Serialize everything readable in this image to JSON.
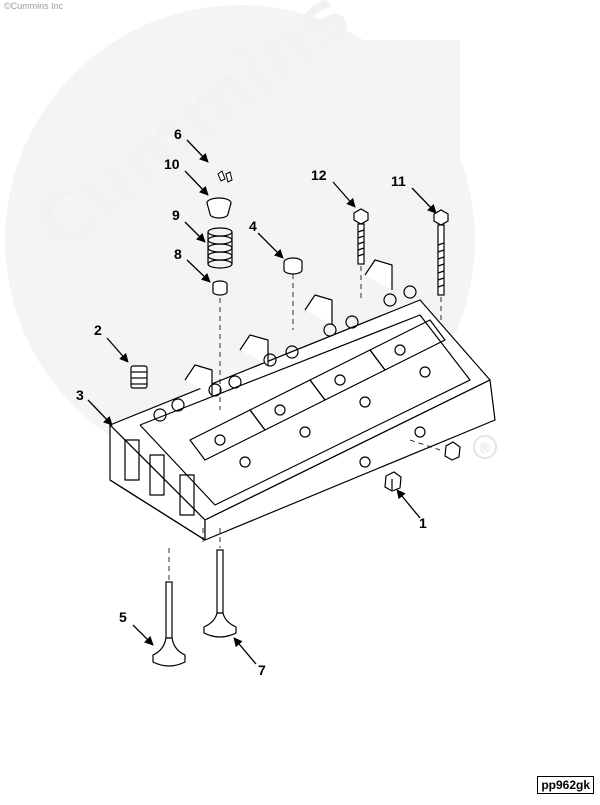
{
  "copyright": "©Cummins Inc",
  "watermark": {
    "brand": "Cummins",
    "mark": "®"
  },
  "drawing_code": "pp962gk",
  "callouts": {
    "c1": "1",
    "c2": "2",
    "c3": "3",
    "c4": "4",
    "c5": "5",
    "c6": "6",
    "c7": "7",
    "c8": "8",
    "c9": "9",
    "c10": "10",
    "c11": "11",
    "c12": "12"
  },
  "colors": {
    "line": "#000000",
    "watermark": "#f0f0f0",
    "background": "#ffffff"
  }
}
